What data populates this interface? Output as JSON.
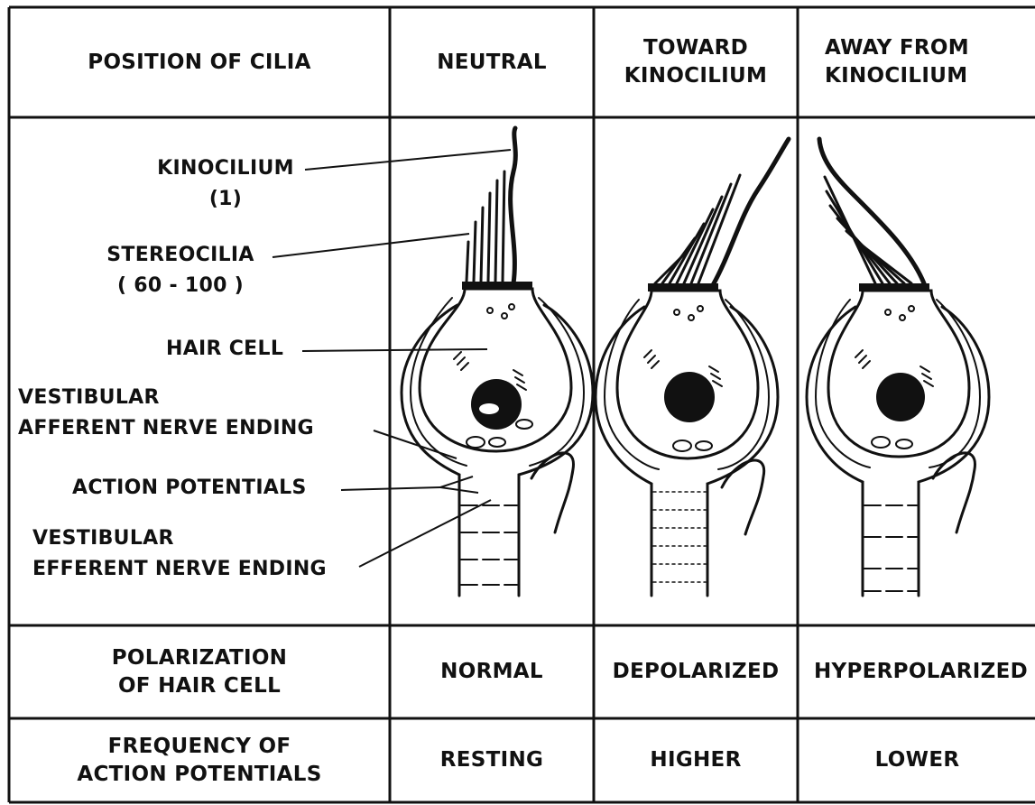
{
  "table": {
    "header": {
      "row_label": [
        "POSITION OF CILIA"
      ],
      "columns": [
        [
          "NEUTRAL"
        ],
        [
          "TOWARD",
          "KINOCILIUM"
        ],
        [
          "AWAY FROM",
          "KINOCILIUM"
        ]
      ]
    },
    "polarization": {
      "row_label": [
        "POLARIZATION",
        "OF HAIR CELL"
      ],
      "values": [
        "NORMAL",
        "DEPOLARIZED",
        "HYPERPOLARIZED"
      ]
    },
    "frequency": {
      "row_label": [
        "FREQUENCY OF",
        "ACTION POTENTIALS"
      ],
      "values": [
        "RESTING",
        "HIGHER",
        "LOWER"
      ]
    }
  },
  "annotations": {
    "kinocilium": [
      "KINOCILIUM",
      "(1)"
    ],
    "stereocilia": [
      "STEREOCILIA",
      "( 60 - 100 )"
    ],
    "hair_cell": [
      "HAIR CELL"
    ],
    "afferent": [
      "VESTIBULAR",
      "AFFERENT NERVE ENDING"
    ],
    "action_potentials": [
      "ACTION POTENTIALS"
    ],
    "efferent": [
      "VESTIBULAR",
      "EFFERENT NERVE ENDING"
    ]
  },
  "colors": {
    "ink": "#111111",
    "paper": "#ffffff"
  }
}
